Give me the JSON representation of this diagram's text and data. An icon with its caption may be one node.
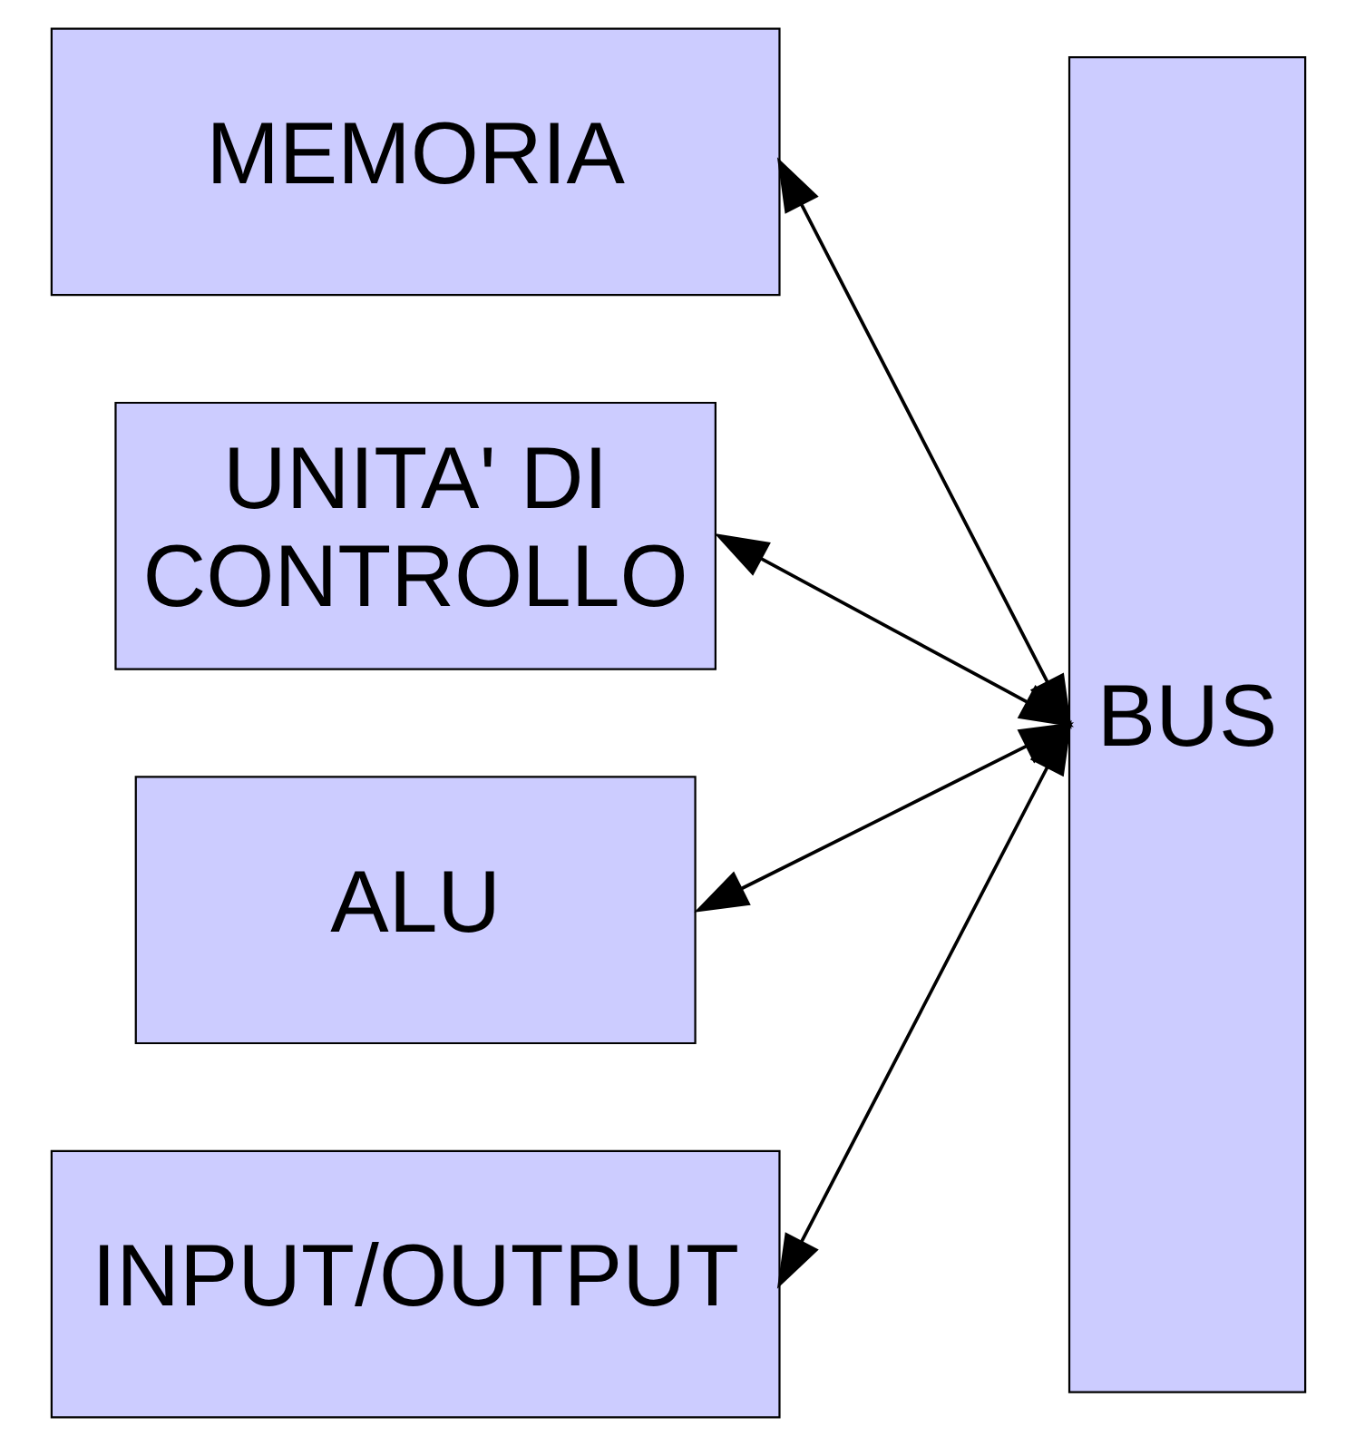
{
  "diagram": {
    "nodes": [
      {
        "text": [
          "MEMORIA"
        ]
      },
      {
        "text": [
          "UNITA' DI CONTROLLO"
        ]
      },
      {
        "text": [
          "ALU"
        ]
      },
      {
        "text": [
          "INPUT/OUTPUT"
        ]
      },
      {
        "text": [
          "BUS"
        ]
      }
    ],
    "edges": [
      {
        "from": 0,
        "to": 4,
        "arrow": "both"
      },
      {
        "from": 1,
        "to": 4,
        "arrow": "both"
      },
      {
        "from": 2,
        "to": 4,
        "arrow": "both"
      },
      {
        "from": 3,
        "to": 4,
        "arrow": "both"
      }
    ]
  }
}
